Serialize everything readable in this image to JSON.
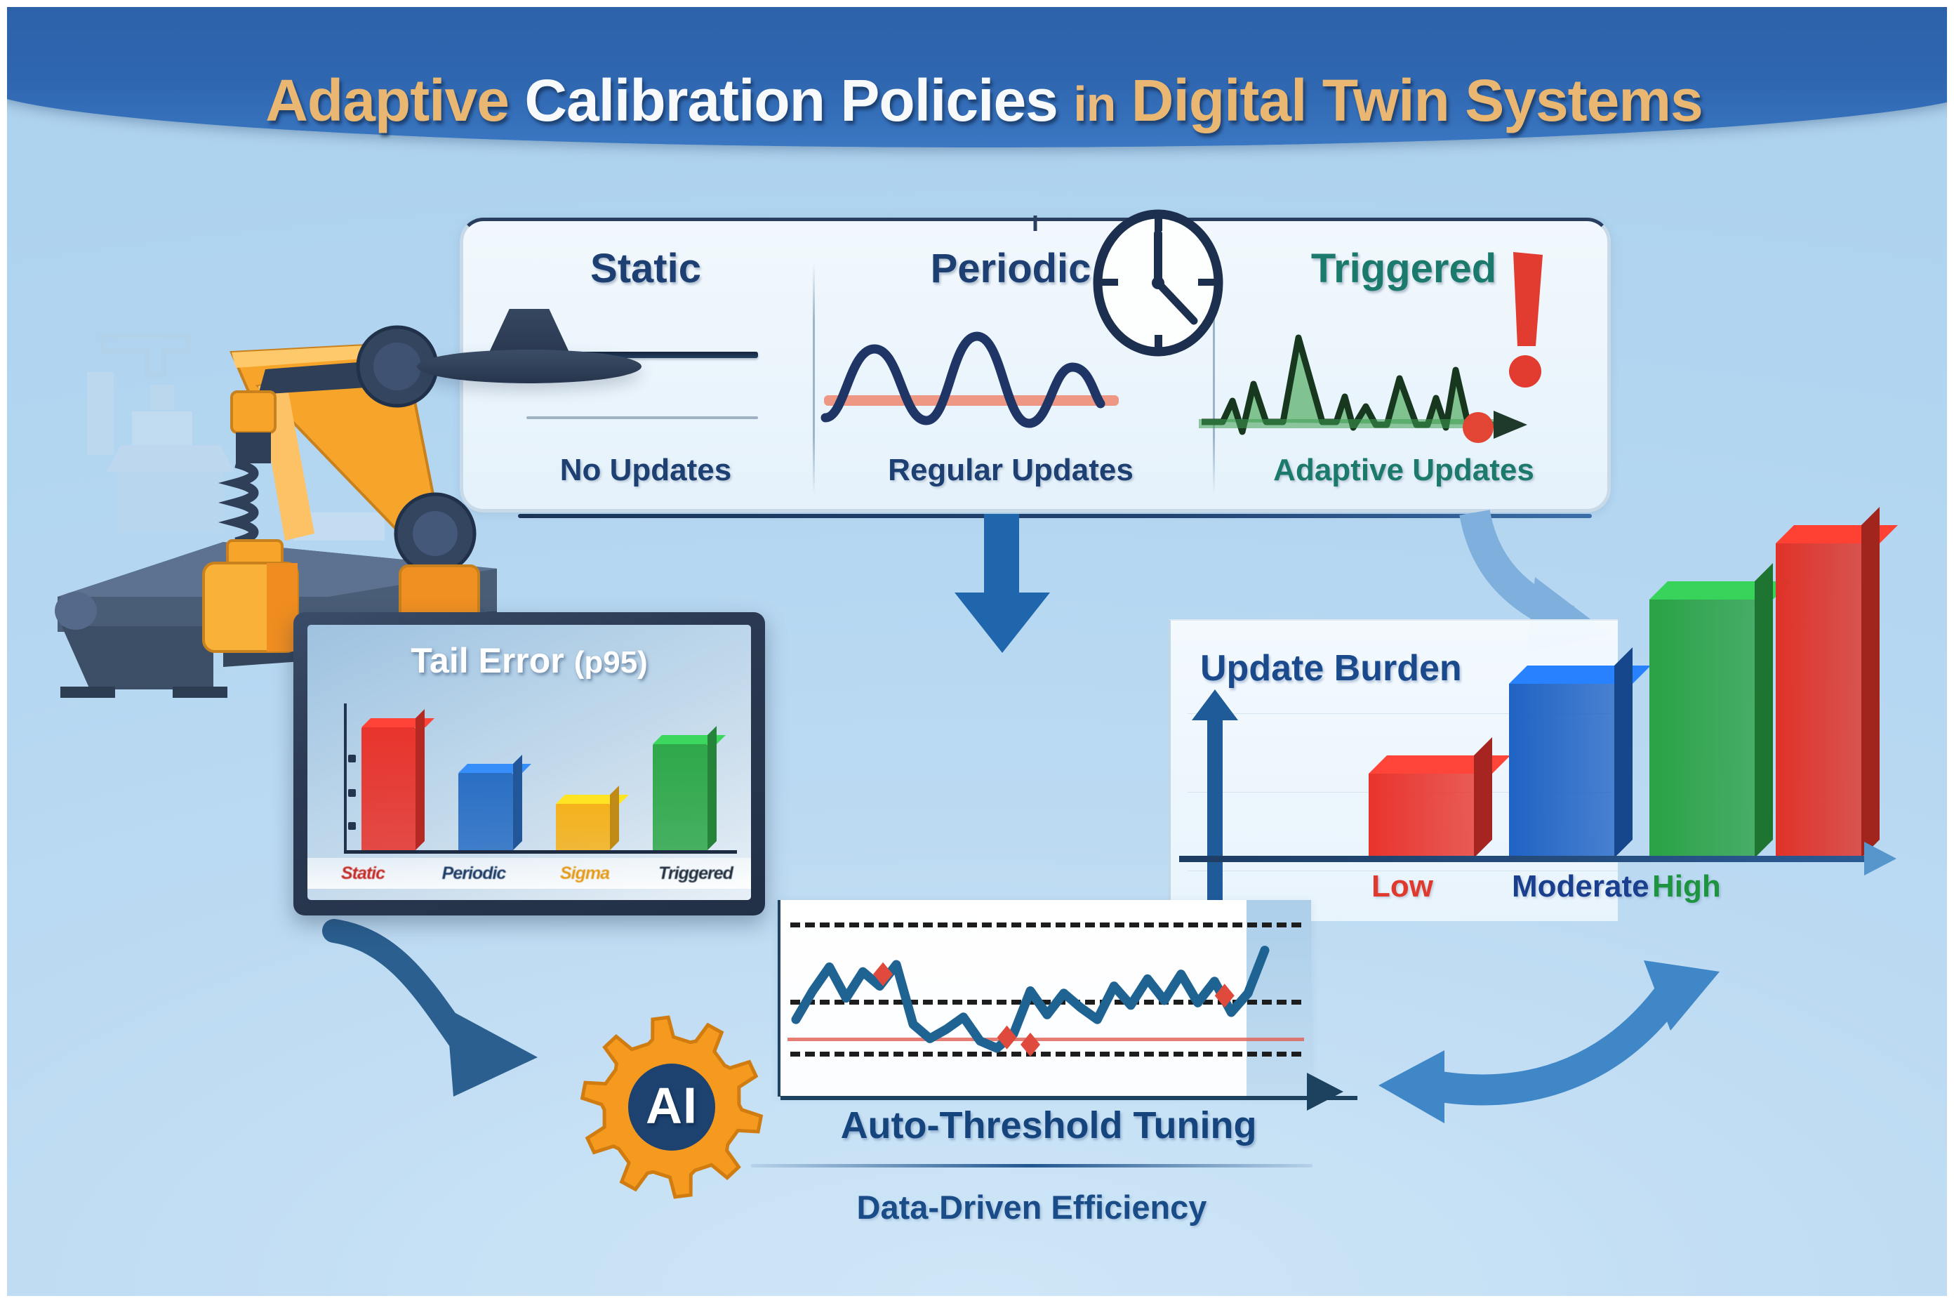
{
  "poster": {
    "title_parts": [
      {
        "text": "Adaptive",
        "color": "#e9b772"
      },
      {
        "text": "Calibration Policies",
        "color": "#f7f9fb"
      },
      {
        "text": "in",
        "color": "#eabb7c"
      },
      {
        "text": "Digital Twin Systems",
        "color": "#e9b772"
      }
    ],
    "title_full": "Adaptive Calibration Policies in Digital Twin Systems",
    "banner_color": "#2d63ab",
    "background_color": "#b4d6f1"
  },
  "policy_panel": {
    "columns": [
      {
        "heading": "Static",
        "heading_color": "#1d3f72",
        "subtitle": "No Updates",
        "subtitle_color": "#1d3f72",
        "glyph": "flat-line-icon"
      },
      {
        "heading": "Periodic",
        "heading_color": "#1d3f72",
        "subtitle": "Regular Updates",
        "subtitle_color": "#1d3f72",
        "glyph": "sine-wave-icon",
        "extra_glyph": "clock-icon",
        "clock_time": "12:20"
      },
      {
        "heading": "Triggered",
        "heading_color": "#1c7a6c",
        "subtitle": "Adaptive Updates",
        "subtitle_color": "#1c7a6c",
        "glyph": "spike-signal-icon",
        "extra_glyph": "exclamation-icon"
      }
    ]
  },
  "monitor": {
    "title_main": "Tail Error",
    "title_suffix": "(p95)",
    "bezel_color": "#2b3a52"
  },
  "auto_threshold": {
    "title": "Auto-Threshold Tuning",
    "subtitle": "Data-Driven Efficiency",
    "title_color": "#16457e"
  },
  "burden": {
    "title": "Update Burden",
    "title_color": "#1b4a8c"
  },
  "ai_badge": {
    "label": "AI",
    "gear_color": "#f59a1e",
    "core_color": "#1d4270"
  },
  "chart_data": [
    {
      "type": "bar",
      "title": "Tail Error (p95)",
      "id": "tail-error-p95",
      "categories": [
        "Static",
        "Periodic",
        "Sigma",
        "Triggered"
      ],
      "values": [
        95,
        60,
        36,
        82
      ],
      "colors": [
        "#e8342c",
        "#2a6fc4",
        "#f5b21c",
        "#2fa84a"
      ],
      "label_colors": [
        "#c32c28",
        "#1e3c66",
        "#e49a18",
        "#22303f"
      ],
      "xlabel": "",
      "ylabel": "",
      "ylim": [
        0,
        100
      ],
      "grid": false,
      "legend": "none",
      "note": "Axis tick marks shown as small square glyphs on the y-axis; no numeric tick labels rendered."
    },
    {
      "type": "bar",
      "title": "Update Burden",
      "id": "update-burden",
      "categories": [
        "Low",
        "Moderate",
        "High"
      ],
      "values": [
        30,
        62,
        92
      ],
      "colors": [
        "#e8342c",
        "#1f63c4",
        "#2aa245"
      ],
      "label_colors": [
        "#e03a2e",
        "#1b3f8f",
        "#1f9440"
      ],
      "xlabel": "",
      "ylabel": "",
      "ylim": [
        0,
        110
      ],
      "grid": true,
      "legend": "none",
      "extra_bar": {
        "color": "#e03228",
        "value": 112,
        "label": ""
      },
      "note": "3D extruded bars rising left to right; a fourth taller red column sits at the far right edge."
    },
    {
      "type": "line",
      "title": "Auto-Threshold Tuning",
      "id": "auto-threshold-series",
      "xlabel": "",
      "ylabel": "",
      "ylim": [
        0,
        100
      ],
      "grid": false,
      "legend": "none",
      "series": [
        {
          "name": "signal",
          "color": "#1f6392",
          "values": [
            34,
            58,
            78,
            52,
            74,
            62,
            80,
            30,
            18,
            26,
            36,
            16,
            10,
            22,
            58,
            38,
            56,
            44,
            34,
            62,
            46,
            68,
            50,
            72,
            48,
            66,
            40,
            56,
            92
          ]
        }
      ],
      "threshold_lines": [
        {
          "name": "upper",
          "value": 88,
          "style": "dashed",
          "color": "#1d1d1d"
        },
        {
          "name": "middle",
          "value": 50,
          "style": "dashed",
          "color": "#1d1d1d"
        },
        {
          "name": "lower",
          "value": 20,
          "style": "dashed",
          "color": "#1d1d1d"
        },
        {
          "name": "baseline",
          "value": 26,
          "style": "solid",
          "color": "#e0665a"
        }
      ],
      "anomaly_markers": {
        "color": "#e04a3c",
        "shape": "diamond",
        "points": [
          [
            5.2,
            72
          ],
          [
            12.6,
            19
          ],
          [
            14.0,
            13
          ],
          [
            25.6,
            54
          ]
        ]
      }
    }
  ],
  "arrows": [
    {
      "name": "policy-to-monitor",
      "direction": "down",
      "color": "#1f66ad"
    },
    {
      "name": "policy-to-burden",
      "direction": "curved-down-right",
      "color": "#7fb0dd"
    },
    {
      "name": "monitor-to-ai",
      "direction": "curved-right",
      "color": "#2a5f8f"
    },
    {
      "name": "auto-to-burden",
      "direction": "bidirectional-curved",
      "color": "#3f87c7"
    }
  ]
}
